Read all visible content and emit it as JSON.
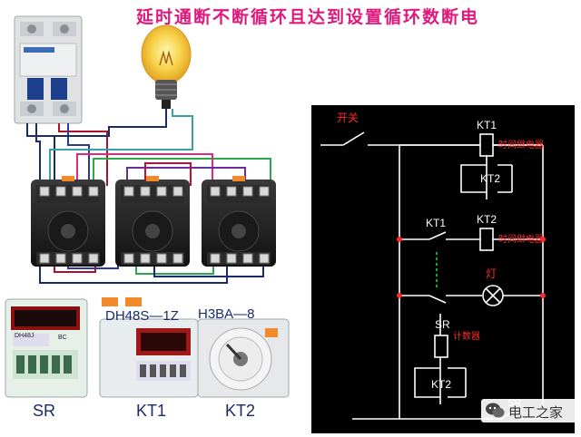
{
  "title": "延时通断不断循环且达到设置循环数断电",
  "devices": {
    "sr": {
      "label": "SR",
      "brand": "DH48J",
      "model_tag": "BC"
    },
    "kt1": {
      "label": "KT1",
      "model": "DH48S—1Z"
    },
    "kt2": {
      "label": "KT2",
      "model": "H3BA—8"
    }
  },
  "schematic": {
    "switch_label": "开关",
    "kt1_coil": "KT1",
    "kt1_desc": "时间继电器",
    "kt2_contact_top": "KT2",
    "kt1_contact": "KT1",
    "kt2_coil": "KT2",
    "kt2_desc": "时间继电器",
    "lamp_label": "灯",
    "sr_coil": "SR",
    "sr_desc": "计数器",
    "kt2_contact_bottom": "KT2",
    "sr_contact": "SR"
  },
  "watermark": {
    "text": "电工之家",
    "icon": "wechat-icon"
  },
  "colors": {
    "title": "#e0187c",
    "schematic_bg": "#000000",
    "schematic_wire": "#ffffff",
    "schematic_label": "#ff2a2a",
    "junction": "#ff2a2a",
    "dashed_link": "#22cc44"
  }
}
